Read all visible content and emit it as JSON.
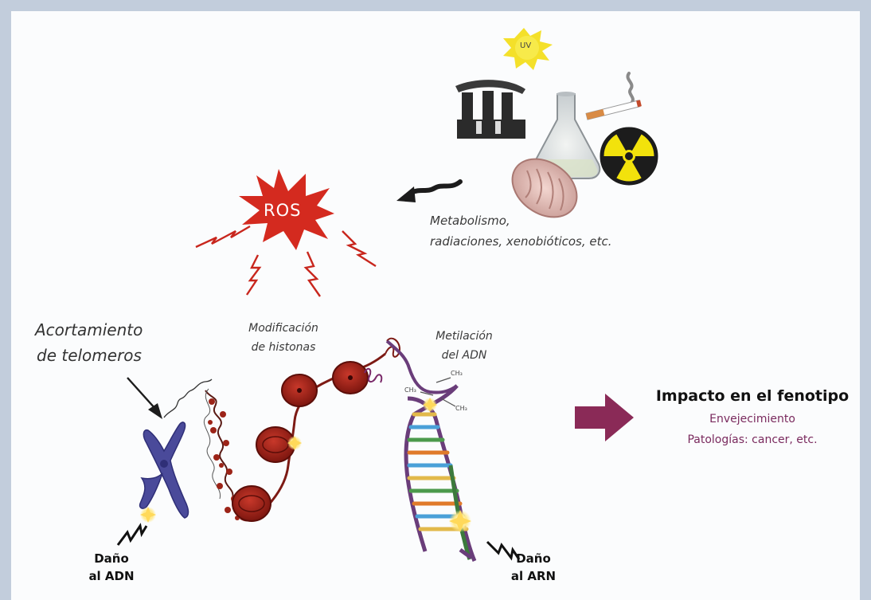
{
  "labels": {
    "uv": "UV",
    "ros": "ROS",
    "sources_line1": "Metabolismo,",
    "sources_line2": "radiaciones, xenobióticos, etc.",
    "telomere_line1": "Acortamiento",
    "telomere_line2": "de telomeros",
    "histone_line1": "Modificación",
    "histone_line2": "de histonas",
    "methylation_line1": "Metilación",
    "methylation_line2": "del ADN",
    "ch3": "CH₃",
    "ch3_b": "CH₃",
    "ch3_c": "CH₃",
    "dna_damage_line1": "Daño",
    "dna_damage_line2": "al ADN",
    "rna_damage_line1": "Daño",
    "rna_damage_line2": "al ARN",
    "impact_title": "Impacto en el fenotipo",
    "impact_line1": "Envejecimiento",
    "impact_line2": "Patologías: cancer, etc."
  },
  "colors": {
    "ros_star": "#d42a1f",
    "bolt": "#c8261d",
    "nucleosome": "#a02218",
    "impact_arrow": "#8a2a57",
    "impact_text": "#7a2a5e",
    "chromosome": "#4a4a9a",
    "uv_sun": "#f4e02a"
  }
}
